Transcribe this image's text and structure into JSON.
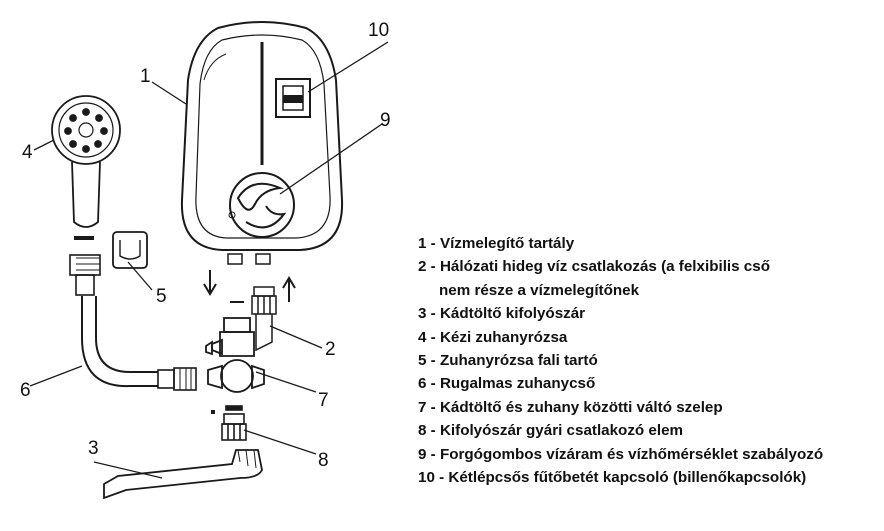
{
  "callouts": [
    "1",
    "2",
    "3",
    "4",
    "5",
    "6",
    "7",
    "8",
    "9",
    "10"
  ],
  "arrows": {
    "down_icon": "arrow-down-icon",
    "up_icon": "arrow-up-icon"
  },
  "legend": [
    {
      "lines": [
        "1 - Vízmelegítő tartály"
      ]
    },
    {
      "lines": [
        "2 - Hálózati hideg víz csatlakozás (a felxibilis cső",
        "nem része a vízmelegítőnek"
      ]
    },
    {
      "lines": [
        "3 - Kádtöltő kifolyószár"
      ]
    },
    {
      "lines": [
        "4 - Kézi zuhanyrózsa"
      ]
    },
    {
      "lines": [
        "5 - Zuhanyrózsa fali tartó"
      ]
    },
    {
      "lines": [
        "6 - Rugalmas zuhanycső"
      ]
    },
    {
      "lines": [
        "7 - Kádtöltő és zuhany közötti váltó szelep"
      ]
    },
    {
      "lines": [
        "8 - Kifolyószár gyári csatlakozó elem"
      ]
    },
    {
      "lines": [
        "9 - Forgógombos vízáram és vízhőmérséklet szabályozó"
      ]
    },
    {
      "lines": [
        "10 - Kétlépcsős fűtőbetét kapcsoló (billenőkapcsolók)"
      ]
    }
  ]
}
